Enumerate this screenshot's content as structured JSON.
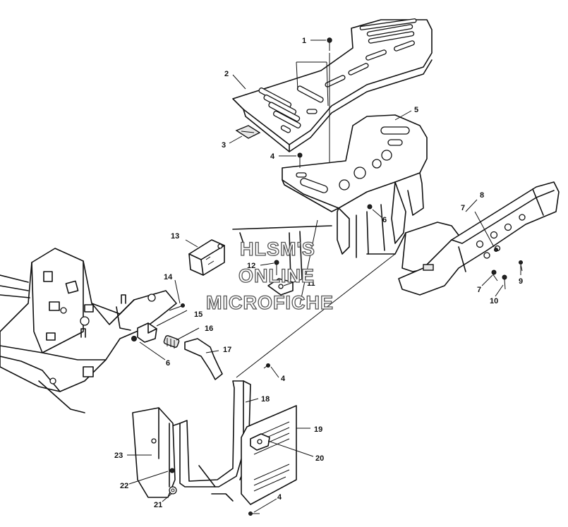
{
  "watermark": {
    "line1": "HLSM'S",
    "line2": "ONLINE",
    "line3": "MICROFICHE"
  },
  "callouts": [
    {
      "id": "c1",
      "text": "1"
    },
    {
      "id": "c2",
      "text": "2"
    },
    {
      "id": "c3",
      "text": "3"
    },
    {
      "id": "c4a",
      "text": "4"
    },
    {
      "id": "c5",
      "text": "5"
    },
    {
      "id": "c6a",
      "text": "6"
    },
    {
      "id": "c7a",
      "text": "7"
    },
    {
      "id": "c8",
      "text": "8"
    },
    {
      "id": "c7b",
      "text": "7"
    },
    {
      "id": "c9",
      "text": "9"
    },
    {
      "id": "c10",
      "text": "10"
    },
    {
      "id": "c13",
      "text": "13"
    },
    {
      "id": "c12",
      "text": "12"
    },
    {
      "id": "c11",
      "text": "11"
    },
    {
      "id": "c14",
      "text": "14"
    },
    {
      "id": "c15",
      "text": "15"
    },
    {
      "id": "c16",
      "text": "16"
    },
    {
      "id": "c6b",
      "text": "6"
    },
    {
      "id": "c17",
      "text": "17"
    },
    {
      "id": "c4b",
      "text": "4"
    },
    {
      "id": "c18",
      "text": "18"
    },
    {
      "id": "c19",
      "text": "19"
    },
    {
      "id": "c20",
      "text": "20"
    },
    {
      "id": "c23",
      "text": "23"
    },
    {
      "id": "c22",
      "text": "22"
    },
    {
      "id": "c21",
      "text": "21"
    },
    {
      "id": "c4c",
      "text": "4"
    }
  ]
}
